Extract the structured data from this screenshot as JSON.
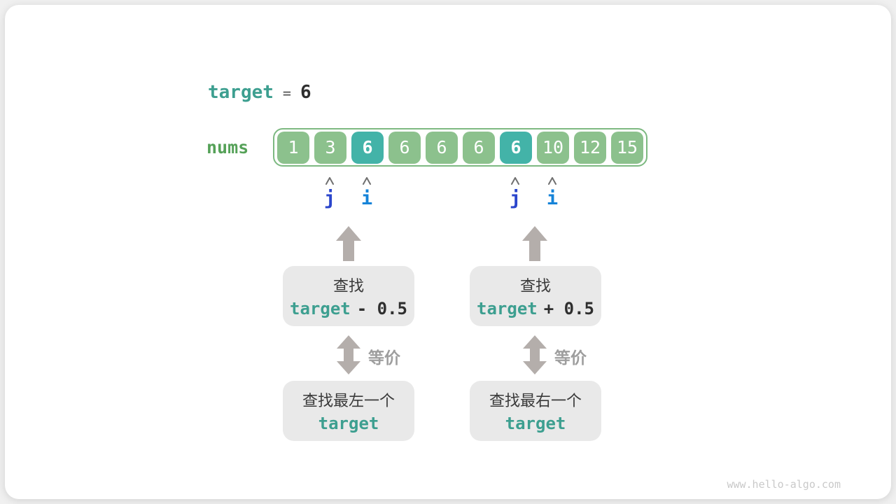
{
  "colors": {
    "teal_text": "#3d9f90",
    "cell_green": "#8cc18d",
    "cell_teal_highlight": "#43b3a8",
    "array_border_green": "#7db981",
    "nums_label_green": "#55a158",
    "pointer_j_blue": "#2b46cc",
    "pointer_i_blue": "#1583d8",
    "arrow_gray": "#b4aeab",
    "box_gray": "#e9e9e9",
    "text_dark": "#3a3a3a",
    "equiv_gray": "#9e9e9e",
    "watermark_gray": "#c9c9c9"
  },
  "header": {
    "keyword": "target",
    "equals": "=",
    "value": "6"
  },
  "array": {
    "label": "nums",
    "cells": [
      {
        "value": "1",
        "highlight": false
      },
      {
        "value": "3",
        "highlight": false
      },
      {
        "value": "6",
        "highlight": true
      },
      {
        "value": "6",
        "highlight": false
      },
      {
        "value": "6",
        "highlight": false
      },
      {
        "value": "6",
        "highlight": false
      },
      {
        "value": "6",
        "highlight": true
      },
      {
        "value": "10",
        "highlight": false
      },
      {
        "value": "12",
        "highlight": false
      },
      {
        "value": "15",
        "highlight": false
      }
    ]
  },
  "pointers": {
    "left": {
      "j": "j",
      "i": "i"
    },
    "right": {
      "j": "j",
      "i": "i"
    }
  },
  "flow": {
    "left": {
      "search_label": "查找",
      "expr_keyword": "target",
      "expr_rest": "- 0.5",
      "equiv_label": "等价",
      "result_label": "查找最左一个",
      "result_keyword": "target"
    },
    "right": {
      "search_label": "查找",
      "expr_keyword": "target",
      "expr_rest": "+ 0.5",
      "equiv_label": "等价",
      "result_label": "查找最右一个",
      "result_keyword": "target"
    }
  },
  "footer": {
    "watermark": "www.hello-algo.com"
  }
}
